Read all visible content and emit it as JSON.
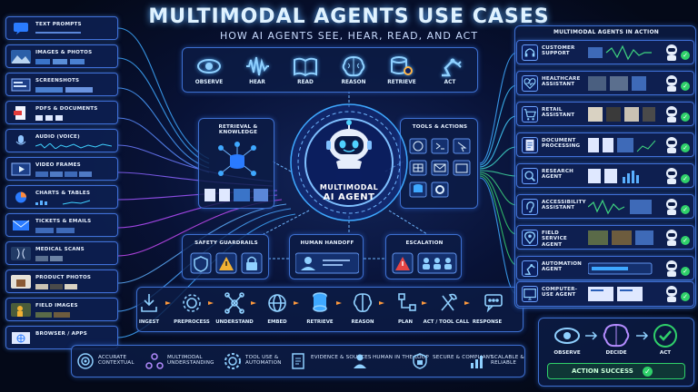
{
  "header": {
    "title": "MULTIMODAL AGENTS USE CASES",
    "subtitle": "HOW AI AGENTS SEE, HEAR, READ, AND ACT"
  },
  "inputs": [
    "TEXT PROMPTS",
    "IMAGES & PHOTOS",
    "SCREENSHOTS",
    "PDFs & DOCUMENTS",
    "AUDIO (VOICE)",
    "VIDEO FRAMES",
    "CHARTS & TABLES",
    "TICKETS & EMAILS",
    "MEDICAL SCANS",
    "PRODUCT PHOTOS",
    "FIELD IMAGES",
    "BROWSER / APPS"
  ],
  "capabilities": [
    "OBSERVE",
    "HEAR",
    "READ",
    "REASON",
    "RETRIEVE",
    "ACT"
  ],
  "retrieval": {
    "title": "RETRIEVAL & KNOWLEDGE"
  },
  "tools": {
    "title": "TOOLS & ACTIONS"
  },
  "core": {
    "line1": "MULTIMODAL",
    "line2": "AI AGENT"
  },
  "controls": {
    "safety": "SAFETY GUARDRAILS",
    "handoff": "HUMAN HANDOFF",
    "escalation": "ESCALATION"
  },
  "pipeline": [
    "INGEST",
    "PREPROCESS",
    "UNDERSTAND",
    "EMBED",
    "RETRIEVE",
    "REASON",
    "PLAN",
    "ACT / TOOL CALL",
    "RESPONSE"
  ],
  "features": [
    "ACCURATE CONTEXTUAL",
    "MULTIMODAL UNDERSTANDING",
    "TOOL USE & AUTOMATION",
    "EVIDENCE & SOURCES",
    "HUMAN IN THE LOOP",
    "SECURE & COMPLIANT",
    "SCALABLE & RELIABLE"
  ],
  "in_action": {
    "title": "MULTIMODAL AGENTS IN ACTION",
    "items": [
      "CUSTOMER SUPPORT",
      "HEALTHCARE ASSISTANT",
      "RETAIL ASSISTANT",
      "DOCUMENT PROCESSING",
      "RESEARCH AGENT",
      "ACCESSIBILITY ASSISTANT",
      "FIELD SERVICE AGENT",
      "AUTOMATION AGENT",
      "COMPUTER-USE AGENT"
    ]
  },
  "loop": {
    "observe": "OBSERVE",
    "decide": "DECIDE",
    "act": "ACT",
    "success": "ACTION SUCCESS"
  },
  "colors": {
    "accent": "#3ea8ff",
    "glow": "#5fb0ff",
    "success": "#2fd06a",
    "warning": "#f2b134",
    "danger": "#e64545"
  }
}
